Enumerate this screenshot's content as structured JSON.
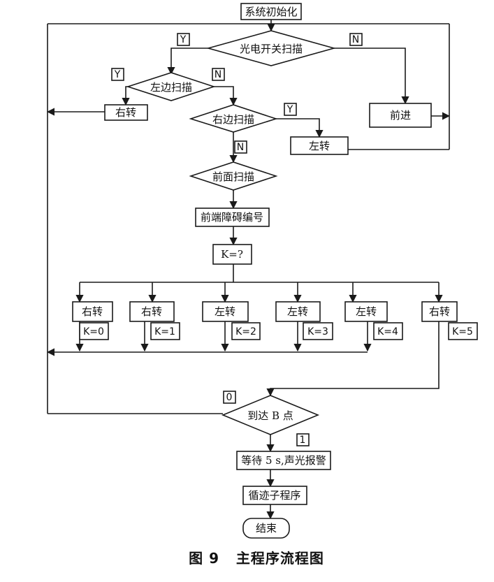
{
  "nodes": {
    "init": "系统初始化",
    "photo_scan": "光电开关扫描",
    "left_scan": "左边扫描",
    "right_scan": "右边扫描",
    "front_scan": "前面扫描",
    "forward": "前进",
    "turn_right_a": "右转",
    "turn_left_a": "左转",
    "encode": "前端障碍编号",
    "k_query": "K=?",
    "reach_b": "到达 B 点",
    "wait_alarm": "等待 5 s,声光报警",
    "tracking": "循迹子程序",
    "end": "结束"
  },
  "branches": [
    {
      "action": "右转",
      "k": "K=0"
    },
    {
      "action": "右转",
      "k": "K=1"
    },
    {
      "action": "左转",
      "k": "K=2"
    },
    {
      "action": "左转",
      "k": "K=3"
    },
    {
      "action": "左转",
      "k": "K=4"
    },
    {
      "action": "右转",
      "k": "K=5"
    }
  ],
  "flags": {
    "yes": "Y",
    "no": "N",
    "zero": "0",
    "one": "1"
  },
  "caption": "图 9   主程序流程图"
}
